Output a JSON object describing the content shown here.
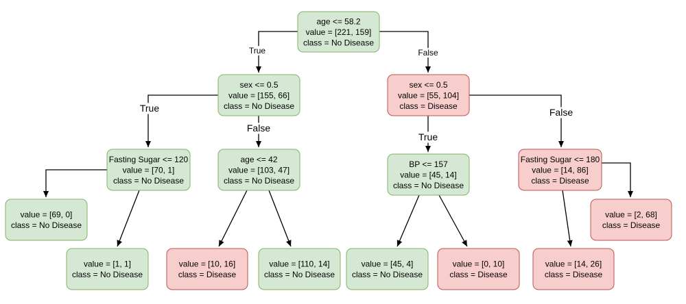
{
  "colors": {
    "no_disease_fill": "#d5e8d4",
    "no_disease_stroke": "#82b366",
    "disease_fill": "#f8cecc",
    "disease_stroke": "#b85450",
    "edge": "#000000"
  },
  "nodes": [
    {
      "id": "root",
      "kind": "no-disease",
      "lines": [
        "age <= 58.2",
        "value = [221, 159]",
        "class = No Disease"
      ]
    },
    {
      "id": "l1",
      "kind": "no-disease",
      "lines": [
        "sex <= 0.5",
        "value = [155, 66]",
        "class = No Disease"
      ]
    },
    {
      "id": "r1",
      "kind": "disease",
      "lines": [
        "sex <= 0.5",
        "value = [55, 104]",
        "class = Disease"
      ]
    },
    {
      "id": "l1l",
      "kind": "no-disease",
      "lines": [
        "Fasting Sugar <= 120",
        "value = [70, 1]",
        "class = No Disease"
      ]
    },
    {
      "id": "l1r",
      "kind": "no-disease",
      "lines": [
        "age <= 42",
        "value = [103, 47]",
        "class = No Disease"
      ]
    },
    {
      "id": "r1l",
      "kind": "no-disease",
      "lines": [
        "BP <= 157",
        "value = [45, 14]",
        "class = No Disease"
      ]
    },
    {
      "id": "r1r",
      "kind": "disease",
      "lines": [
        "Fasting Sugar <= 180",
        "value = [14, 86]",
        "class = Disease"
      ]
    },
    {
      "id": "leaf1",
      "kind": "no-disease",
      "lines": [
        "value = [69, 0]",
        "class = No Disease"
      ]
    },
    {
      "id": "leaf2",
      "kind": "no-disease",
      "lines": [
        "value = [1, 1]",
        "class = No Disease"
      ]
    },
    {
      "id": "leaf3",
      "kind": "disease",
      "lines": [
        "value = [10, 16]",
        "class = Disease"
      ]
    },
    {
      "id": "leaf4",
      "kind": "no-disease",
      "lines": [
        "value = [110, 14]",
        "class = No Disease"
      ]
    },
    {
      "id": "leaf5",
      "kind": "no-disease",
      "lines": [
        "value = [45, 4]",
        "class = No Disease"
      ]
    },
    {
      "id": "leaf6",
      "kind": "disease",
      "lines": [
        "value = [0, 10]",
        "class = Disease"
      ]
    },
    {
      "id": "leaf7",
      "kind": "disease",
      "lines": [
        "value = [14, 26]",
        "class = Disease"
      ]
    },
    {
      "id": "leaf8",
      "kind": "disease",
      "lines": [
        "value = [2, 68]",
        "class = Disease"
      ]
    }
  ],
  "edges": [
    {
      "id": "e-root-l1",
      "from": "root",
      "to": "l1",
      "label": "True"
    },
    {
      "id": "e-root-r1",
      "from": "root",
      "to": "r1",
      "label": "False"
    },
    {
      "id": "e-l1-l1l",
      "from": "l1",
      "to": "l1l",
      "label": "True"
    },
    {
      "id": "e-l1-l1r",
      "from": "l1",
      "to": "l1r",
      "label": "False"
    },
    {
      "id": "e-r1-r1l",
      "from": "r1",
      "to": "r1l",
      "label": "True"
    },
    {
      "id": "e-r1-r1r",
      "from": "r1",
      "to": "r1r",
      "label": "False"
    },
    {
      "id": "e-l1l-leaf1",
      "from": "l1l",
      "to": "leaf1",
      "label": ""
    },
    {
      "id": "e-l1l-leaf2",
      "from": "l1l",
      "to": "leaf2",
      "label": ""
    },
    {
      "id": "e-l1r-leaf3",
      "from": "l1r",
      "to": "leaf3",
      "label": ""
    },
    {
      "id": "e-l1r-leaf4",
      "from": "l1r",
      "to": "leaf4",
      "label": ""
    },
    {
      "id": "e-r1l-leaf5",
      "from": "r1l",
      "to": "leaf5",
      "label": ""
    },
    {
      "id": "e-r1l-leaf6",
      "from": "r1l",
      "to": "leaf6",
      "label": ""
    },
    {
      "id": "e-r1r-leaf7",
      "from": "r1r",
      "to": "leaf7",
      "label": ""
    },
    {
      "id": "e-r1r-leaf8",
      "from": "r1r",
      "to": "leaf8",
      "label": ""
    }
  ]
}
